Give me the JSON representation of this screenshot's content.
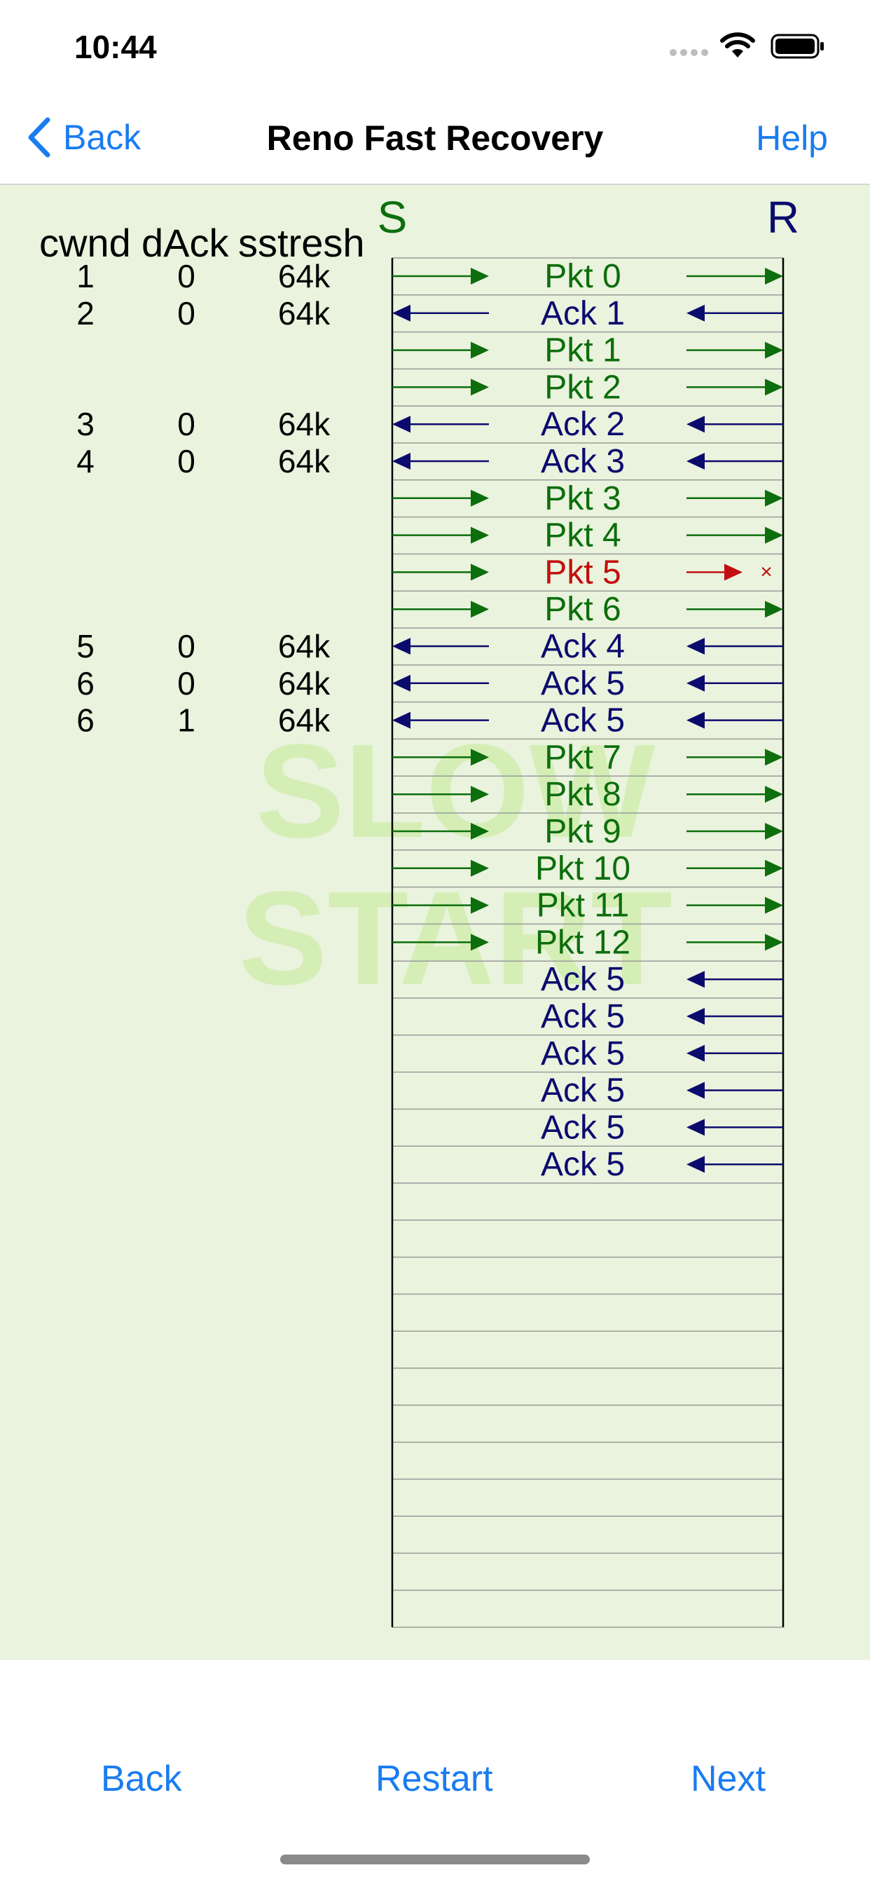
{
  "status_bar": {
    "time": "10:44"
  },
  "nav": {
    "back_label": "Back",
    "title": "Reno Fast Recovery",
    "help_label": "Help"
  },
  "diagram": {
    "headers": {
      "cwnd": "cwnd",
      "dack": "dAck",
      "ssthresh": "sstresh"
    },
    "sender_label": "S",
    "receiver_label": "R",
    "watermark": [
      "SLOW",
      "START"
    ],
    "total_rows": 37,
    "colors": {
      "packet": "#0c6e0c",
      "ack": "#0b0b6e",
      "lost": "#c20f0f",
      "watermark": "#d4eeb6",
      "background": "#eaf3dd"
    },
    "rows": [
      {
        "label": "Pkt 0",
        "kind": "pkt",
        "cwnd": "1",
        "dack": "0",
        "ssthresh": "64k"
      },
      {
        "label": "Ack 1",
        "kind": "ack",
        "cwnd": "2",
        "dack": "0",
        "ssthresh": "64k"
      },
      {
        "label": "Pkt 1",
        "kind": "pkt"
      },
      {
        "label": "Pkt 2",
        "kind": "pkt"
      },
      {
        "label": "Ack 2",
        "kind": "ack",
        "cwnd": "3",
        "dack": "0",
        "ssthresh": "64k"
      },
      {
        "label": "Ack 3",
        "kind": "ack",
        "cwnd": "4",
        "dack": "0",
        "ssthresh": "64k"
      },
      {
        "label": "Pkt 3",
        "kind": "pkt"
      },
      {
        "label": "Pkt 4",
        "kind": "pkt"
      },
      {
        "label": "Pkt 5",
        "kind": "lost",
        "lost_marker": "×"
      },
      {
        "label": "Pkt 6",
        "kind": "pkt"
      },
      {
        "label": "Ack 4",
        "kind": "ack",
        "cwnd": "5",
        "dack": "0",
        "ssthresh": "64k"
      },
      {
        "label": "Ack 5",
        "kind": "ack",
        "cwnd": "6",
        "dack": "0",
        "ssthresh": "64k"
      },
      {
        "label": "Ack 5",
        "kind": "ack",
        "cwnd": "6",
        "dack": "1",
        "ssthresh": "64k"
      },
      {
        "label": "Pkt 7",
        "kind": "pkt"
      },
      {
        "label": "Pkt 8",
        "kind": "pkt"
      },
      {
        "label": "Pkt 9",
        "kind": "pkt"
      },
      {
        "label": "Pkt 10",
        "kind": "pkt"
      },
      {
        "label": "Pkt 11",
        "kind": "pkt"
      },
      {
        "label": "Pkt 12",
        "kind": "pkt"
      },
      {
        "label": "Ack 5",
        "kind": "ack_pending"
      },
      {
        "label": "Ack 5",
        "kind": "ack_pending"
      },
      {
        "label": "Ack 5",
        "kind": "ack_pending"
      },
      {
        "label": "Ack 5",
        "kind": "ack_pending"
      },
      {
        "label": "Ack 5",
        "kind": "ack_pending"
      },
      {
        "label": "Ack 5",
        "kind": "ack_pending"
      }
    ]
  },
  "bottom": {
    "back_label": "Back",
    "restart_label": "Restart",
    "next_label": "Next"
  }
}
